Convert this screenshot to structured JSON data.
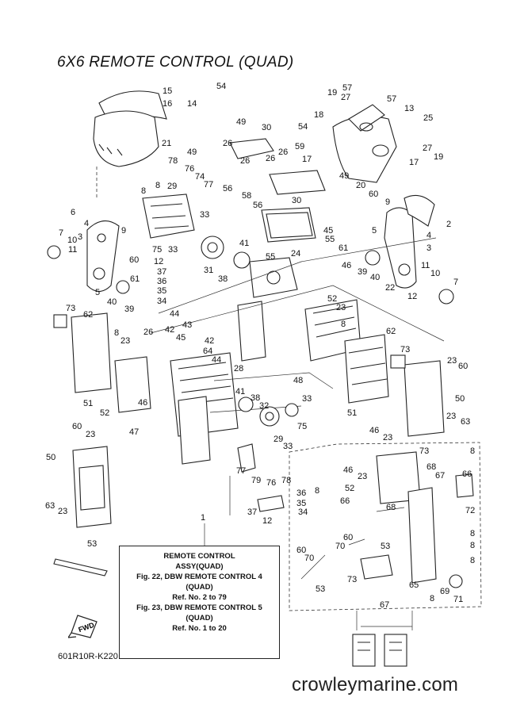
{
  "title": "6X6 REMOTE CONTROL (QUAD)",
  "ref_box": {
    "item": "1",
    "line1": "REMOTE CONTROL",
    "line2": "ASSY(QUAD)",
    "line3": "Fig. 22, DBW REMOTE CONTROL 4",
    "line4": "(QUAD)",
    "line5": "Ref. No. 2 to 79",
    "line6": "Fig. 23, DBW REMOTE CONTROL 5",
    "line7": "(QUAD)",
    "line8": "Ref. No. 1 to 20"
  },
  "fwd_label": "FWD",
  "part_code": "601R10R-K220",
  "watermark": "crowleymarine.com",
  "callouts": {
    "c15": "15",
    "c16": "16",
    "c14": "14",
    "c54a": "54",
    "c21": "21",
    "c49a": "49",
    "c30a": "30",
    "c49b": "49",
    "c26a": "26",
    "c57a": "57",
    "c19a": "19",
    "c27a": "27",
    "c57b": "57",
    "c13": "13",
    "c25": "25",
    "c18": "18",
    "c54b": "54",
    "c59": "59",
    "c26b": "26",
    "c17a": "17",
    "c27b": "27",
    "c19b": "19",
    "c17b": "17",
    "c78a": "78",
    "c76a": "76",
    "c74": "74",
    "c29a": "29",
    "c26c": "26",
    "c56a": "56",
    "c26d": "26",
    "c49c": "49",
    "c20": "20",
    "c8a": "8",
    "c8b": "8",
    "c77a": "77",
    "c58": "58",
    "c30b": "30",
    "c56b": "56",
    "c60a": "60",
    "c9a": "9",
    "c6": "6",
    "c4a": "4",
    "c33a": "33",
    "c5a": "5",
    "c2": "2",
    "c7a": "7",
    "c3a": "3",
    "c9b": "9",
    "c75a": "75",
    "c45a": "45",
    "c55a": "55",
    "c4b": "4",
    "c10a": "10",
    "c11a": "11",
    "c33b": "33",
    "c41a": "41",
    "c61a": "61",
    "c3b": "3",
    "c60b": "60",
    "c55b": "55",
    "c24": "24",
    "c12a": "12",
    "c31": "31",
    "c11b": "11",
    "c61b": "61",
    "c37a": "37",
    "c38a": "38",
    "c46a": "46",
    "c39a": "39",
    "c40a": "40",
    "c10b": "10",
    "c5b": "5",
    "c36a": "36",
    "c22": "22",
    "c7b": "7",
    "c40b": "40",
    "c35a": "35",
    "c34a": "34",
    "c39b": "39",
    "c12b": "12",
    "c44a": "44",
    "c52a": "52",
    "c23a": "23",
    "c73a": "73",
    "c62a": "62",
    "c43": "43",
    "c8c": "8",
    "c42a": "42",
    "c45b": "45",
    "c42b": "42",
    "c62b": "62",
    "c8d": "8",
    "c23b": "23",
    "c26e": "26",
    "c64": "64",
    "c73b": "73",
    "c44b": "44",
    "c23c": "23",
    "c60c": "60",
    "c28": "28",
    "c48": "48",
    "c50a": "50",
    "c41b": "41",
    "c38b": "38",
    "c33c": "33",
    "c51a": "51",
    "c52b": "52",
    "c46b": "46",
    "c32": "32",
    "c51b": "51",
    "c23d": "23",
    "c63a": "63",
    "c75b": "75",
    "c47": "47",
    "c29b": "29",
    "c46c": "46",
    "c23e": "23",
    "c60d": "60",
    "c23f": "23",
    "c33d": "33",
    "c73c": "73",
    "c8e": "8",
    "c50b": "50",
    "c77b": "77",
    "c79": "79",
    "c76b": "76",
    "c78b": "78",
    "c46d": "46",
    "c68a": "68",
    "c23g": "23",
    "c66a": "66",
    "c67a": "67",
    "c8f": "8",
    "c36b": "36",
    "c35b": "35",
    "c52c": "52",
    "c68b": "68",
    "c72": "72",
    "c63b": "63",
    "c23h": "23",
    "c37b": "37",
    "c12c": "12",
    "c34b": "34",
    "c66b": "66",
    "c8g": "8",
    "c60e": "60",
    "c70a": "70",
    "c53a": "53",
    "c8h": "8",
    "c60f": "60",
    "c70b": "70",
    "c53b": "53",
    "c53c": "53",
    "c73d": "73",
    "c65": "65",
    "c8i": "8",
    "c69": "69",
    "c71": "71",
    "c67b": "67",
    "c8j": "8"
  },
  "colors": {
    "line": "#222222",
    "background": "#ffffff"
  }
}
